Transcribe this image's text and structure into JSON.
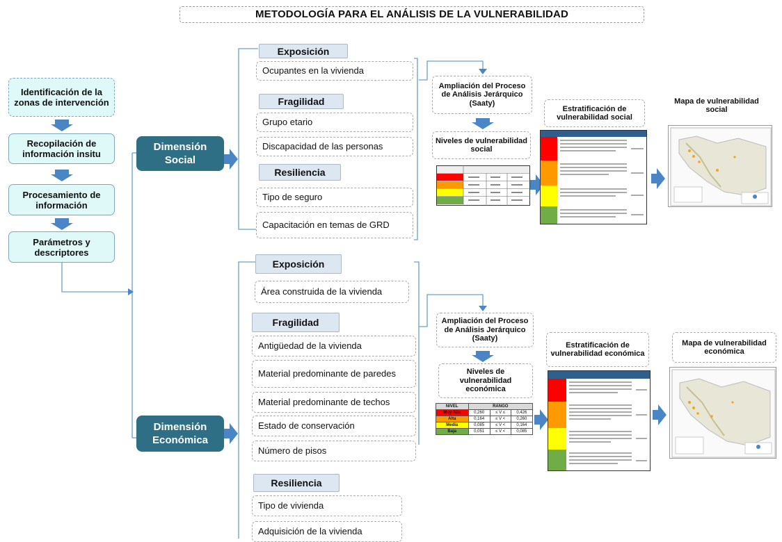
{
  "title": "METODOLOGÍA PARA EL ANÁLISIS DE LA VULNERABILIDAD",
  "steps": [
    "Identificación de la zonas de intervención",
    "Recopilación de información insitu",
    "Procesamiento de información",
    "Parámetros y descriptores"
  ],
  "social": {
    "dimension": "Dimensión Social",
    "exposicion": "Exposición",
    "exp_items": [
      "Ocupantes en la vivienda"
    ],
    "fragilidad": "Fragilidad",
    "frag_items": [
      "Grupo etario",
      "Discapacidad de las personas"
    ],
    "resiliencia": "Resiliencia",
    "res_items": [
      "Tipo de seguro",
      "Capacitación en temas de GRD"
    ],
    "ampliacion": "Ampliación del Proceso de Análisis Jerárquico (Saaty)",
    "niveles": "Niveles de vulnerabilidad social",
    "estratificacion": "Estratificación de vulnerabilidad social",
    "mapa": "Mapa de vulnerabilidad social"
  },
  "economica": {
    "dimension": "Dimensión Económica",
    "exposicion": "Exposición",
    "exp_items": [
      "Área construida de la vivienda"
    ],
    "fragilidad": "Fragilidad",
    "frag_items": [
      "Antigüedad de la vivienda",
      "Material predominante de paredes",
      "Material predominante de techos",
      "Estado de conservación",
      "Número de pisos"
    ],
    "resiliencia": "Resiliencia",
    "res_items": [
      "Tipo de vivienda",
      "Adquisición de la vivienda"
    ],
    "ampliacion": "Ampliación del Proceso de Análisis Jerárquico (Saaty)",
    "niveles": "Niveles de vulnerabilidad económica",
    "estratificacion": "Estratificación de vulnerabilidad económica",
    "mapa": "Mapa de vulnerabilidad económica",
    "table": {
      "headers": [
        "NIVEL",
        "RANGO"
      ],
      "rows": [
        {
          "nivel": "Muy Alta",
          "lo": "0,260",
          "op": "≤ V ≤",
          "hi": "0,426",
          "color": "#ff0000"
        },
        {
          "nivel": "Alta",
          "lo": "0,164",
          "op": "≤ V <",
          "hi": "0,260",
          "color": "#ff9900"
        },
        {
          "nivel": "Media",
          "lo": "0,085",
          "op": "≤ V <",
          "hi": "0,164",
          "color": "#ffff00"
        },
        {
          "nivel": "Baja",
          "lo": "0,051",
          "op": "≤ V <",
          "hi": "0,085",
          "color": "#70ad47"
        }
      ]
    }
  },
  "colors": {
    "step_fill": "#dff8f8",
    "dimension_fill": "#2f6f86",
    "category_fill": "#dce7f2",
    "arrow": "#4a86c5",
    "very_high": "#ff0000",
    "high": "#ff9900",
    "medium": "#ffff00",
    "low": "#70ad47"
  }
}
